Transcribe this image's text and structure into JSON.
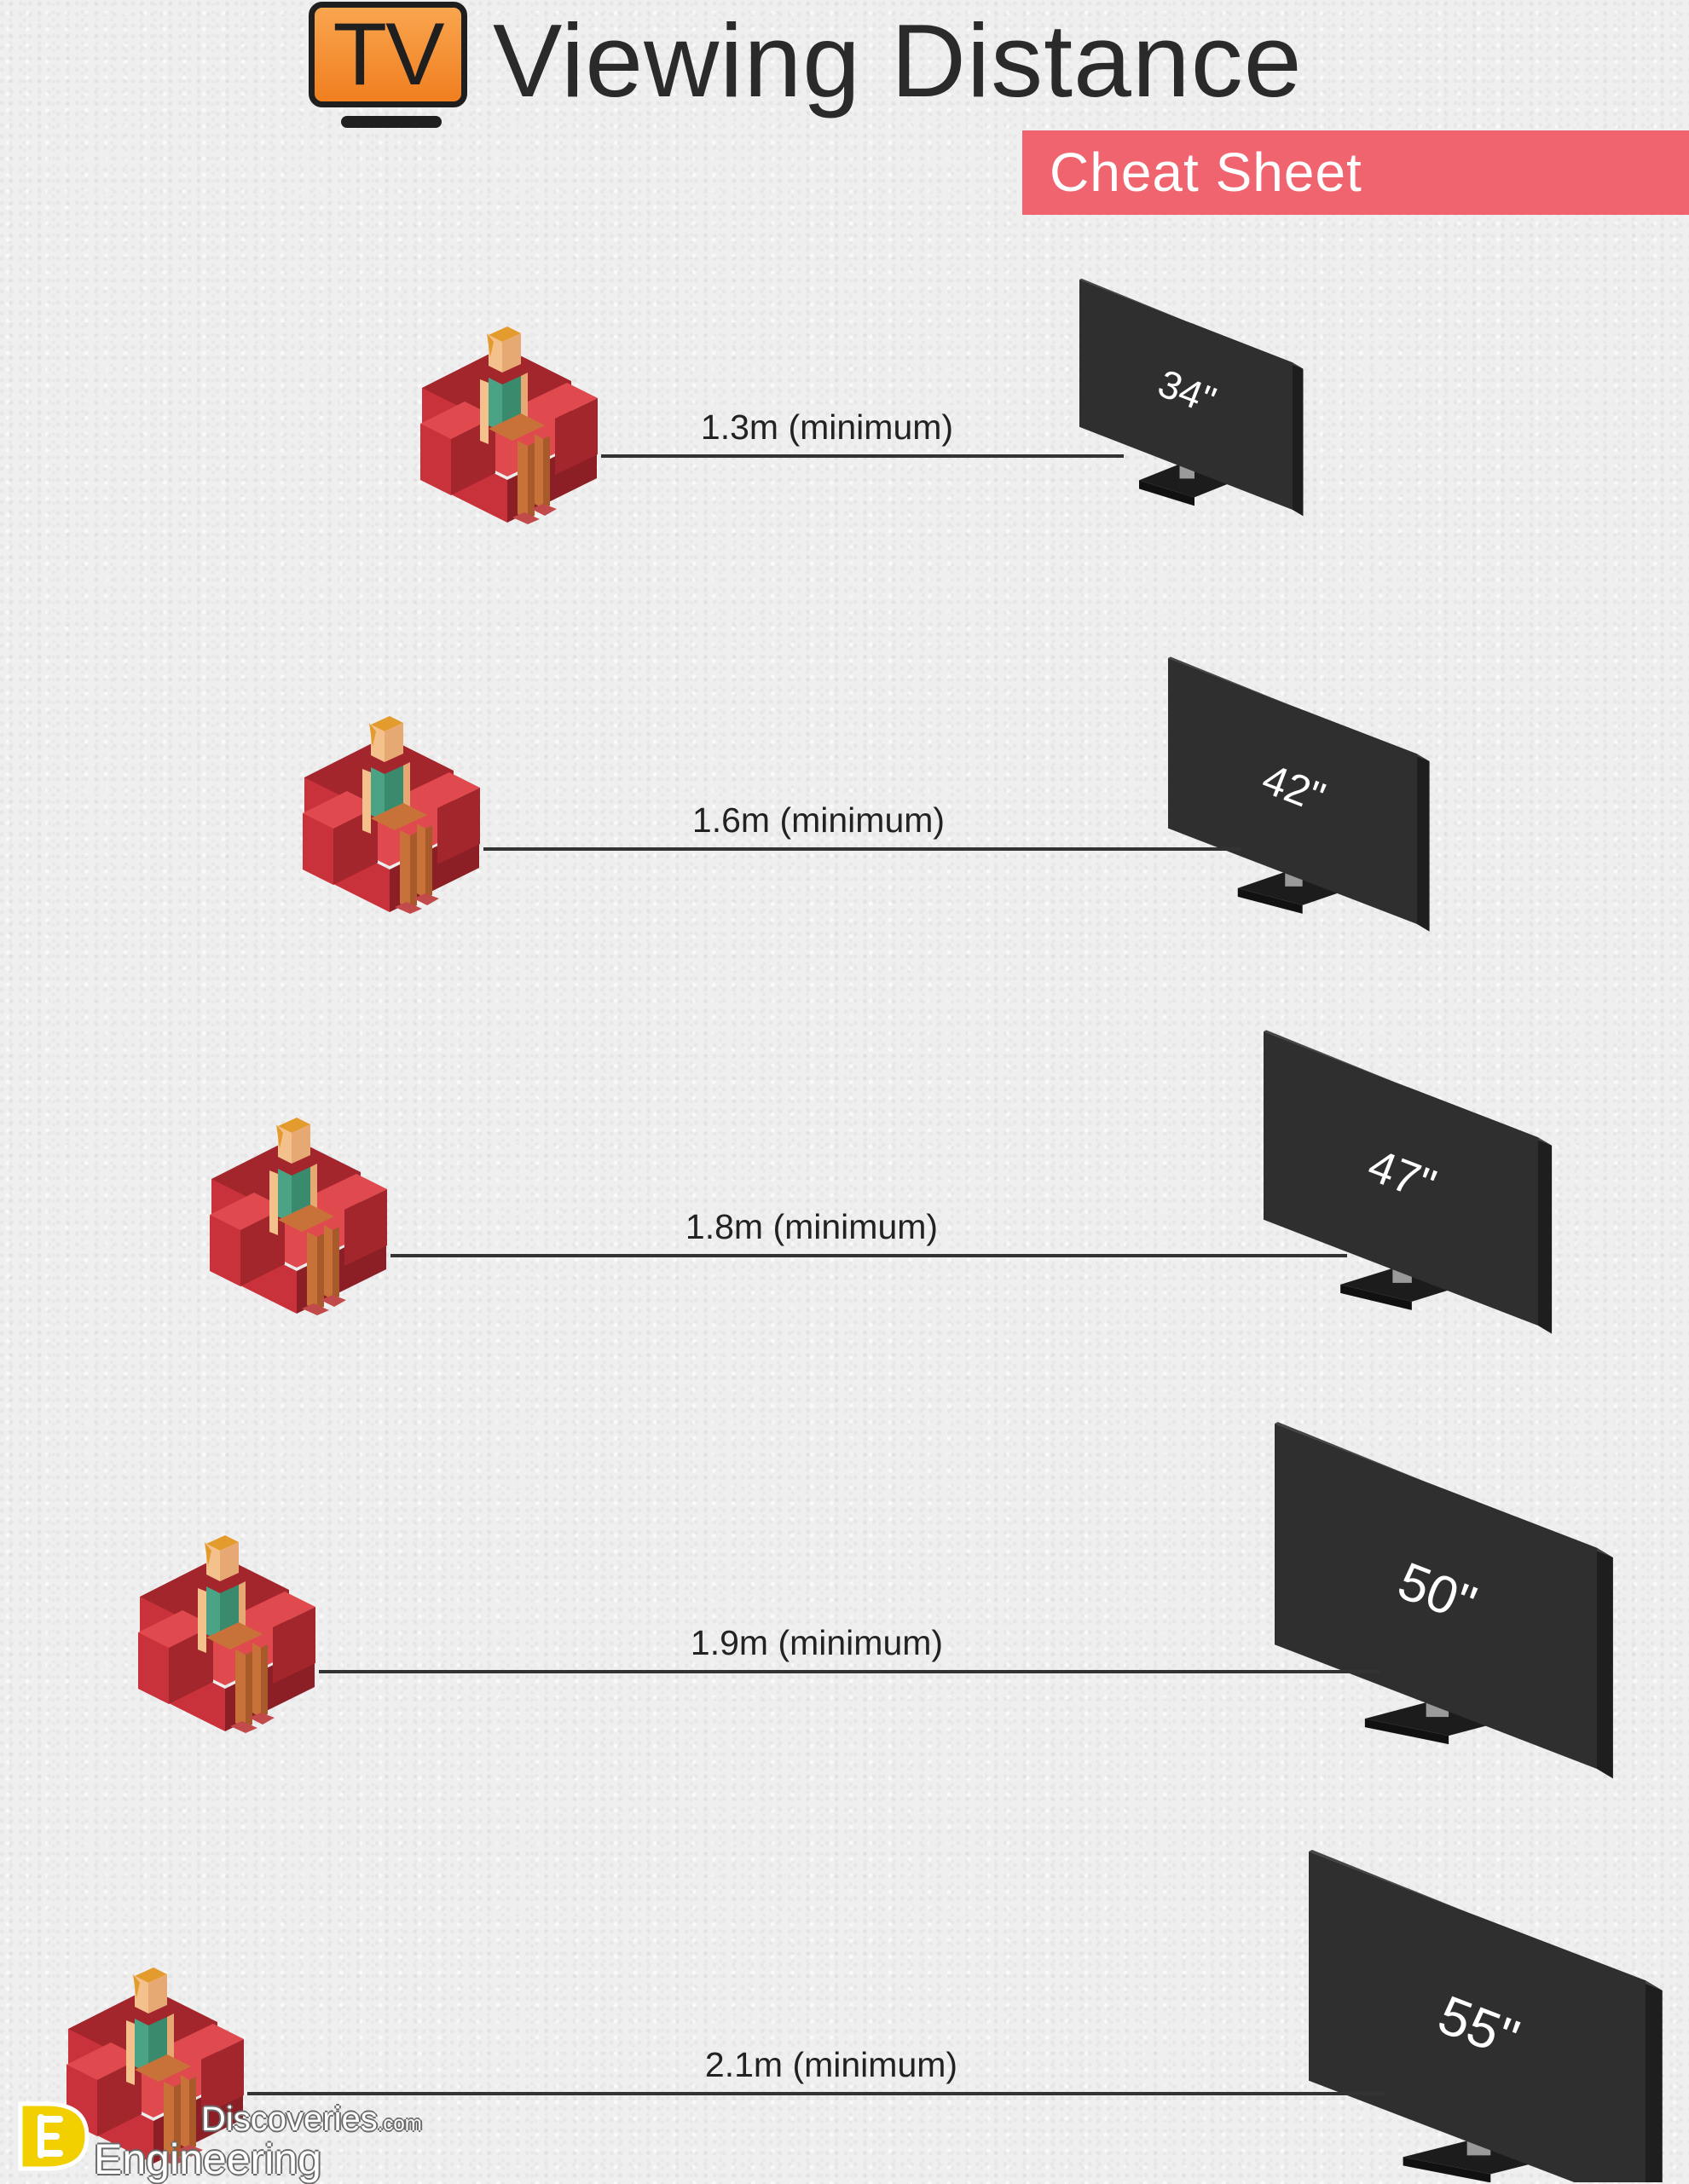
{
  "header": {
    "logo_text": "TV",
    "title": "Viewing Distance",
    "subtitle": "Cheat Sheet"
  },
  "rows": [
    {
      "distance_label": "1.3m (minimum)",
      "size_label": "34\""
    },
    {
      "distance_label": "1.6m (minimum)",
      "size_label": "42\""
    },
    {
      "distance_label": "1.8m (minimum)",
      "size_label": "47\""
    },
    {
      "distance_label": "1.9m (minimum)",
      "size_label": "50\""
    },
    {
      "distance_label": "2.1m (minimum)",
      "size_label": "55\""
    }
  ],
  "brand": {
    "name_top": "Discoveries",
    "name_top_suffix": ".com",
    "name_bottom": "Engineering"
  },
  "colors": {
    "accent": "#f0646f",
    "logo_orange": "#f39233",
    "tv_body": "#2f2f2f",
    "chair_red": "#c9323a",
    "shirt_green": "#4aa384",
    "text_dark": "#2a2a2a"
  }
}
